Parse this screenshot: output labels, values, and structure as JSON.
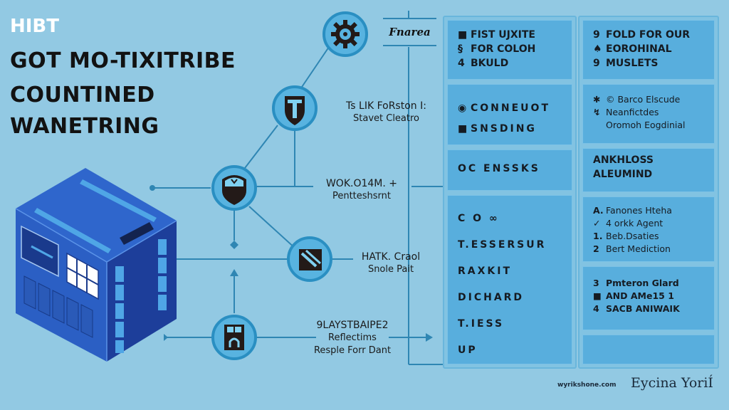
{
  "header": {
    "kicker": "HIBT",
    "title_lines": [
      "GOT MO-TIXITRIBE",
      "COUNTINED",
      "WANETRING"
    ]
  },
  "colors": {
    "background": "#92c9e3",
    "node_fill": "#58b3e0",
    "node_ring": "#2a8fc2",
    "connector": "#2f86b3",
    "panel": "#58aedd",
    "building_front": "#2b5fc4",
    "building_side": "#1d3e9a",
    "icon_dark": "#231a18"
  },
  "diagram": {
    "tag_label": "Fnarea",
    "nodes": [
      {
        "id": "gear",
        "icon": "gear-icon",
        "label_line1": "",
        "label_line2": ""
      },
      {
        "id": "shield",
        "icon": "shield-icon",
        "label_line1": "Ts LIK FoRston I:",
        "label_line2": "Stavet Cleatro"
      },
      {
        "id": "badge",
        "icon": "shield-badge-icon",
        "label_line1": "WOK.O14M. +",
        "label_line2": "Pentteshsrnt"
      },
      {
        "id": "tool",
        "icon": "wrench-icon",
        "label_line1": "HATK. Craol",
        "label_line2": "Snole Pait"
      },
      {
        "id": "lock",
        "icon": "lock-icon",
        "label_line1": "9LAYSTBAIPE2",
        "label_line2": "Reflectims",
        "label_line3": "Resple Forr Dant"
      }
    ]
  },
  "panels": {
    "left_column": [
      {
        "style": "list",
        "items": [
          {
            "bullet": "■",
            "text": "FIST UJXITE"
          },
          {
            "bullet": "§",
            "text": "FOR COLOH"
          },
          {
            "bullet": "4",
            "text": "BKULD"
          }
        ]
      },
      {
        "style": "spaced",
        "items": [
          {
            "bullet": "◉",
            "text": "CONNEUOT"
          },
          {
            "bullet": "■",
            "text": "SNSDING"
          }
        ]
      },
      {
        "style": "spaced",
        "items": [
          {
            "bullet": "",
            "text": "OC ENSSKS"
          }
        ]
      },
      {
        "style": "spaced",
        "items": [
          {
            "bullet": "",
            "text": "C O ∞"
          },
          {
            "bullet": "",
            "text": "T.ESSERSUR"
          },
          {
            "bullet": "",
            "text": "RAXKIT"
          },
          {
            "bullet": "",
            "text": "DICHARD"
          },
          {
            "bullet": "",
            "text": "T.IESS"
          },
          {
            "bullet": "",
            "text": "UP"
          }
        ]
      }
    ],
    "right_column": [
      {
        "style": "list",
        "items": [
          {
            "bullet": "9",
            "text": "FOLD FOR OUR"
          },
          {
            "bullet": "♠",
            "text": "EOROHINAL"
          },
          {
            "bullet": "9",
            "text": "MUSLETS"
          }
        ]
      },
      {
        "style": "small",
        "items": [
          {
            "bullet": "✱",
            "text": "© Barco Elscude"
          },
          {
            "bullet": "↯",
            "text": "Neanfictdes"
          },
          {
            "bullet": "",
            "text": "Oromoh Eogdinial"
          }
        ]
      },
      {
        "style": "list",
        "items": [
          {
            "bullet": "",
            "text": "ANKHLOSS"
          },
          {
            "bullet": "",
            "text": "ALEUMIND"
          }
        ]
      },
      {
        "style": "small",
        "items": [
          {
            "bullet": "A.",
            "text": "Fanones Hteha"
          },
          {
            "bullet": "✓",
            "text": "4 orkk Agent"
          },
          {
            "bullet": "1.",
            "text": "Beb.Dsaties"
          },
          {
            "bullet": "2",
            "text": "Bert Mediction"
          }
        ]
      },
      {
        "style": "small",
        "items": [
          {
            "bullet": "3",
            "text": "Pmteron Glard"
          },
          {
            "bullet": "■",
            "text": "AND AMe15 1"
          },
          {
            "bullet": "4",
            "text": "SACB ANIWAIK"
          }
        ]
      },
      {
        "style": "empty",
        "items": []
      }
    ]
  },
  "footer": {
    "url": "wyrikshone.com",
    "brand": "Eycina YoriÍ"
  }
}
